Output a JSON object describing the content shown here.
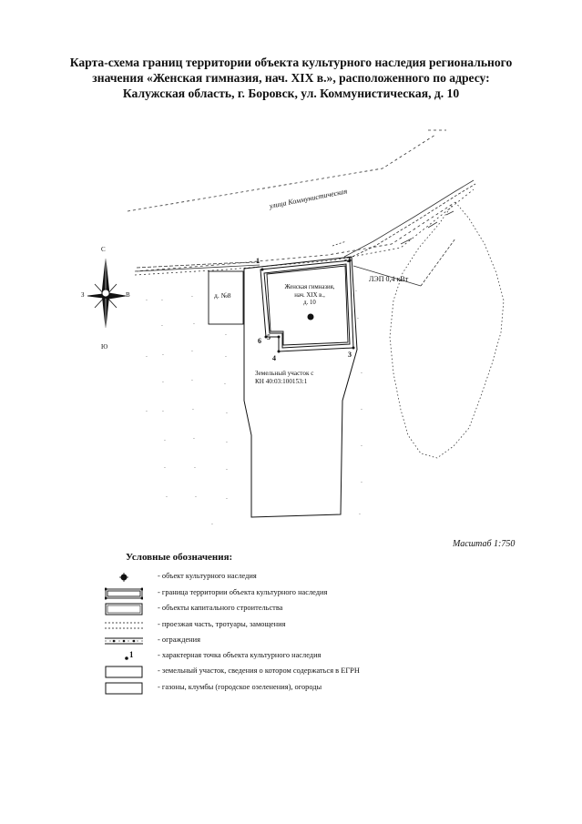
{
  "title": {
    "line1": "Карта-схема границ территории объекта культурного наследия  регионального",
    "line2": "значения «Женская гимназия,  нач. XIX в.», расположенного по адресу:",
    "line3": "Калужская область, г. Боровск, ул. Коммунистическая, д. 10"
  },
  "map": {
    "street_label": "улица Коммунистическая",
    "power_line_label": "ЛЭП 0,4 кВт",
    "house_label": "д. №8",
    "object_label_1": "Женская гимназия,",
    "object_label_2": "нач. XIX в.,",
    "object_label_3": "д. 10",
    "plot_label_1": "Земельный участок с",
    "plot_label_2": "КН 40:03:100153:1",
    "compass": {
      "north": "С",
      "south": "Ю",
      "west": "З",
      "east": "В"
    },
    "points": [
      "1",
      "2",
      "3",
      "4",
      "5",
      "6"
    ]
  },
  "scale": "Масштаб 1:750",
  "legend": {
    "title": "Условные обозначения:",
    "items": [
      {
        "symbol": "heritage-object-dot-icon",
        "text": "- объект культурного наследия"
      },
      {
        "symbol": "territory-boundary-icon",
        "text": "- граница территории объекта культурного наследия"
      },
      {
        "symbol": "capital-building-icon",
        "text": "- объекты капитального строительства"
      },
      {
        "symbol": "roadway-dashed-icon",
        "text": "- проезжая часть, тротуары, замощения"
      },
      {
        "symbol": "fence-icon",
        "text": "- ограждения"
      },
      {
        "symbol": "characteristic-point-icon",
        "text": "- характерная точка объекта культурного наследия",
        "number": "1"
      },
      {
        "symbol": "land-plot-icon",
        "text": "- земельный участок, сведения о котором содержаться в ЕГРН"
      },
      {
        "symbol": "lawn-icon",
        "text": "- газоны, клумбы (городское озеленения), огороды"
      }
    ]
  }
}
